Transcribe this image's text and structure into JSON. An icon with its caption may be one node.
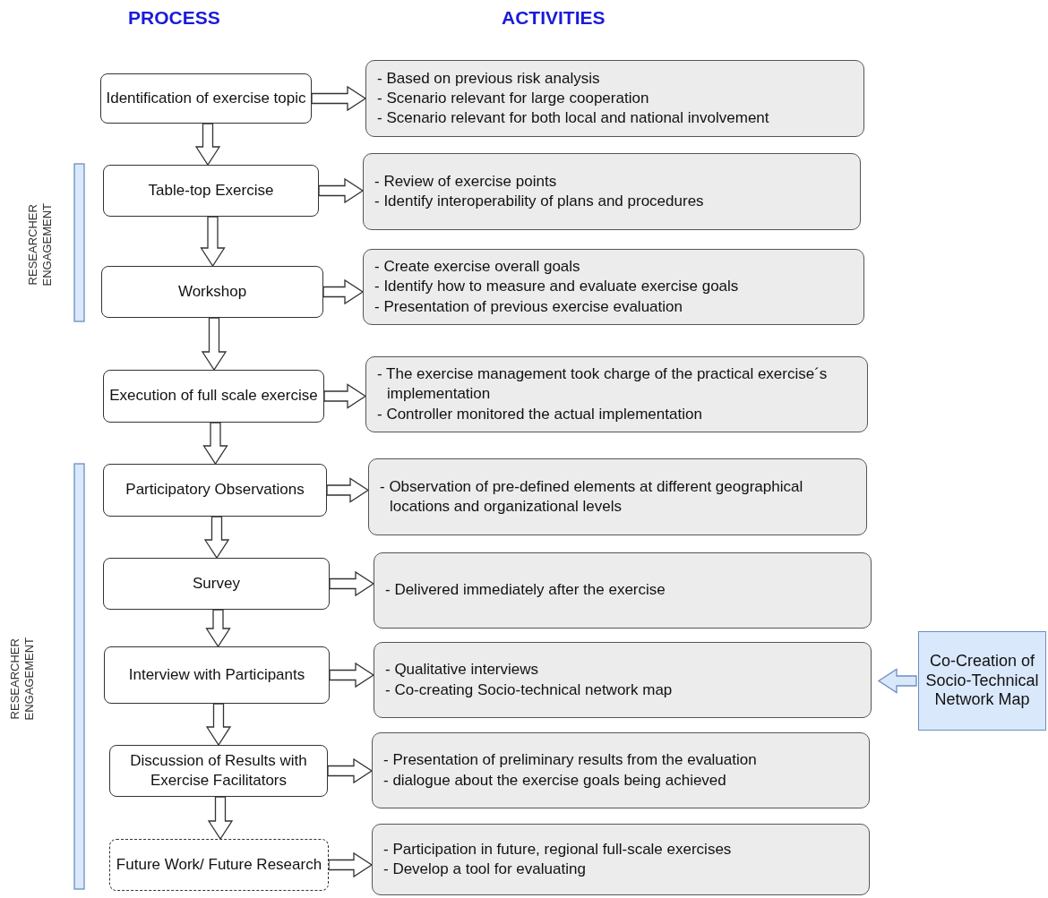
{
  "diagram": {
    "nodes": [
      {
        "text": [
          "Identification of exercise topic"
        ]
      },
      {
        "text": [
          "- Based on previous risk analysis",
          "- Scenario relevant for large cooperation",
          "- Scenario relevant for both local and national involvement"
        ]
      },
      {
        "text": [
          "Table-top Exercise"
        ]
      },
      {
        "text": [
          "- Review of exercise points",
          "- Identify interoperability of plans and procedures"
        ]
      },
      {
        "text": [
          "Workshop"
        ]
      },
      {
        "text": [
          "- Create exercise overall goals",
          "- Identify how to measure and evaluate exercise goals",
          "- Presentation of previous exercise evaluation"
        ]
      },
      {
        "text": [
          "Execution of full scale exercise"
        ]
      },
      {
        "text": [
          "- The exercise management took charge of the practical exercise´s implementation",
          "- Controller monitored the actual implementation"
        ]
      },
      {
        "text": [
          "Participatory Observations"
        ]
      },
      {
        "text": [
          "- Observation of pre-defined elements at different geographical locations and organizational levels"
        ]
      },
      {
        "text": [
          "Survey"
        ]
      },
      {
        "text": [
          "- Delivered immediately after the exercise"
        ]
      },
      {
        "text": [
          "Interview with Participants"
        ]
      },
      {
        "text": [
          "- Qualitative interviews",
          "- Co-creating Socio-technical network map"
        ]
      },
      {
        "text": [
          "Discussion of Results with Exercise Facilitators"
        ]
      },
      {
        "text": [
          "- Presentation of preliminary results from the evaluation",
          "- dialogue about the exercise goals being achieved"
        ]
      },
      {
        "text": [
          "Future Work/ Future Research"
        ]
      },
      {
        "text": [
          "- Participation in future, regional full-scale exercises",
          "- Develop a tool for evaluating"
        ]
      },
      {
        "text": [
          "Co-Creation of Socio-Technical Network Map"
        ]
      }
    ],
    "edges": [
      {
        "from": 0,
        "to": 1,
        "arrow": "to"
      },
      {
        "from": 0,
        "to": 2,
        "arrow": "to"
      },
      {
        "from": 2,
        "to": 3,
        "arrow": "to"
      },
      {
        "from": 2,
        "to": 4,
        "arrow": "to"
      },
      {
        "from": 4,
        "to": 5,
        "arrow": "to"
      },
      {
        "from": 4,
        "to": 6,
        "arrow": "to"
      },
      {
        "from": 6,
        "to": 7,
        "arrow": "to"
      },
      {
        "from": 6,
        "to": 8,
        "arrow": "to"
      },
      {
        "from": 8,
        "to": 9,
        "arrow": "to"
      },
      {
        "from": 8,
        "to": 10,
        "arrow": "to"
      },
      {
        "from": 10,
        "to": 11,
        "arrow": "to"
      },
      {
        "from": 10,
        "to": 12,
        "arrow": "to"
      },
      {
        "from": 12,
        "to": 13,
        "arrow": "to"
      },
      {
        "from": 12,
        "to": 14,
        "arrow": "to"
      },
      {
        "from": 14,
        "to": 15,
        "arrow": "to"
      },
      {
        "from": 14,
        "to": 16,
        "arrow": "to"
      },
      {
        "from": 16,
        "to": 17,
        "arrow": "to"
      },
      {
        "from": 18,
        "to": 13,
        "arrow": "to",
        "color": "#6c8ebf"
      }
    ],
    "labels": [
      "PROCESS",
      "ACTIVITIES",
      "RESEARCHER ENGAGEMENT",
      "RESEARCHER ENGAGEMENT"
    ]
  }
}
